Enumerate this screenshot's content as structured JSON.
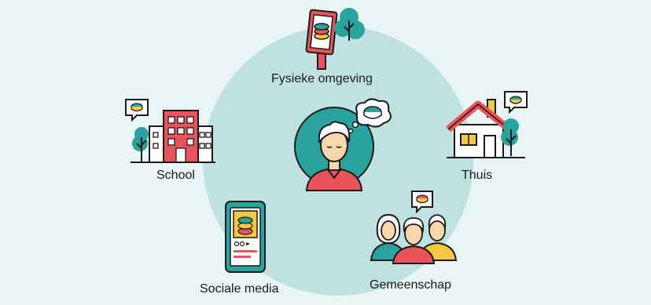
{
  "diagram": {
    "center": {
      "name": "person"
    },
    "nodes": [
      {
        "id": "fysieke-omgeving",
        "label": "Fysieke omgeving",
        "icon": "billboard-icon"
      },
      {
        "id": "thuis",
        "label": "Thuis",
        "icon": "house-icon"
      },
      {
        "id": "gemeenschap",
        "label": "Gemeenschap",
        "icon": "people-group-icon"
      },
      {
        "id": "sociale-media",
        "label": "Sociale media",
        "icon": "smartphone-icon"
      },
      {
        "id": "school",
        "label": "School",
        "icon": "school-building-icon"
      }
    ]
  },
  "colors": {
    "background": "#e9f4f4",
    "circle": "#bfe2e0",
    "teal": "#2aa39e",
    "red": "#e9535a",
    "yellow": "#f4c842",
    "skin": "#f9d7ae",
    "outline": "#1a1a1a",
    "hair": "#ffffff"
  }
}
